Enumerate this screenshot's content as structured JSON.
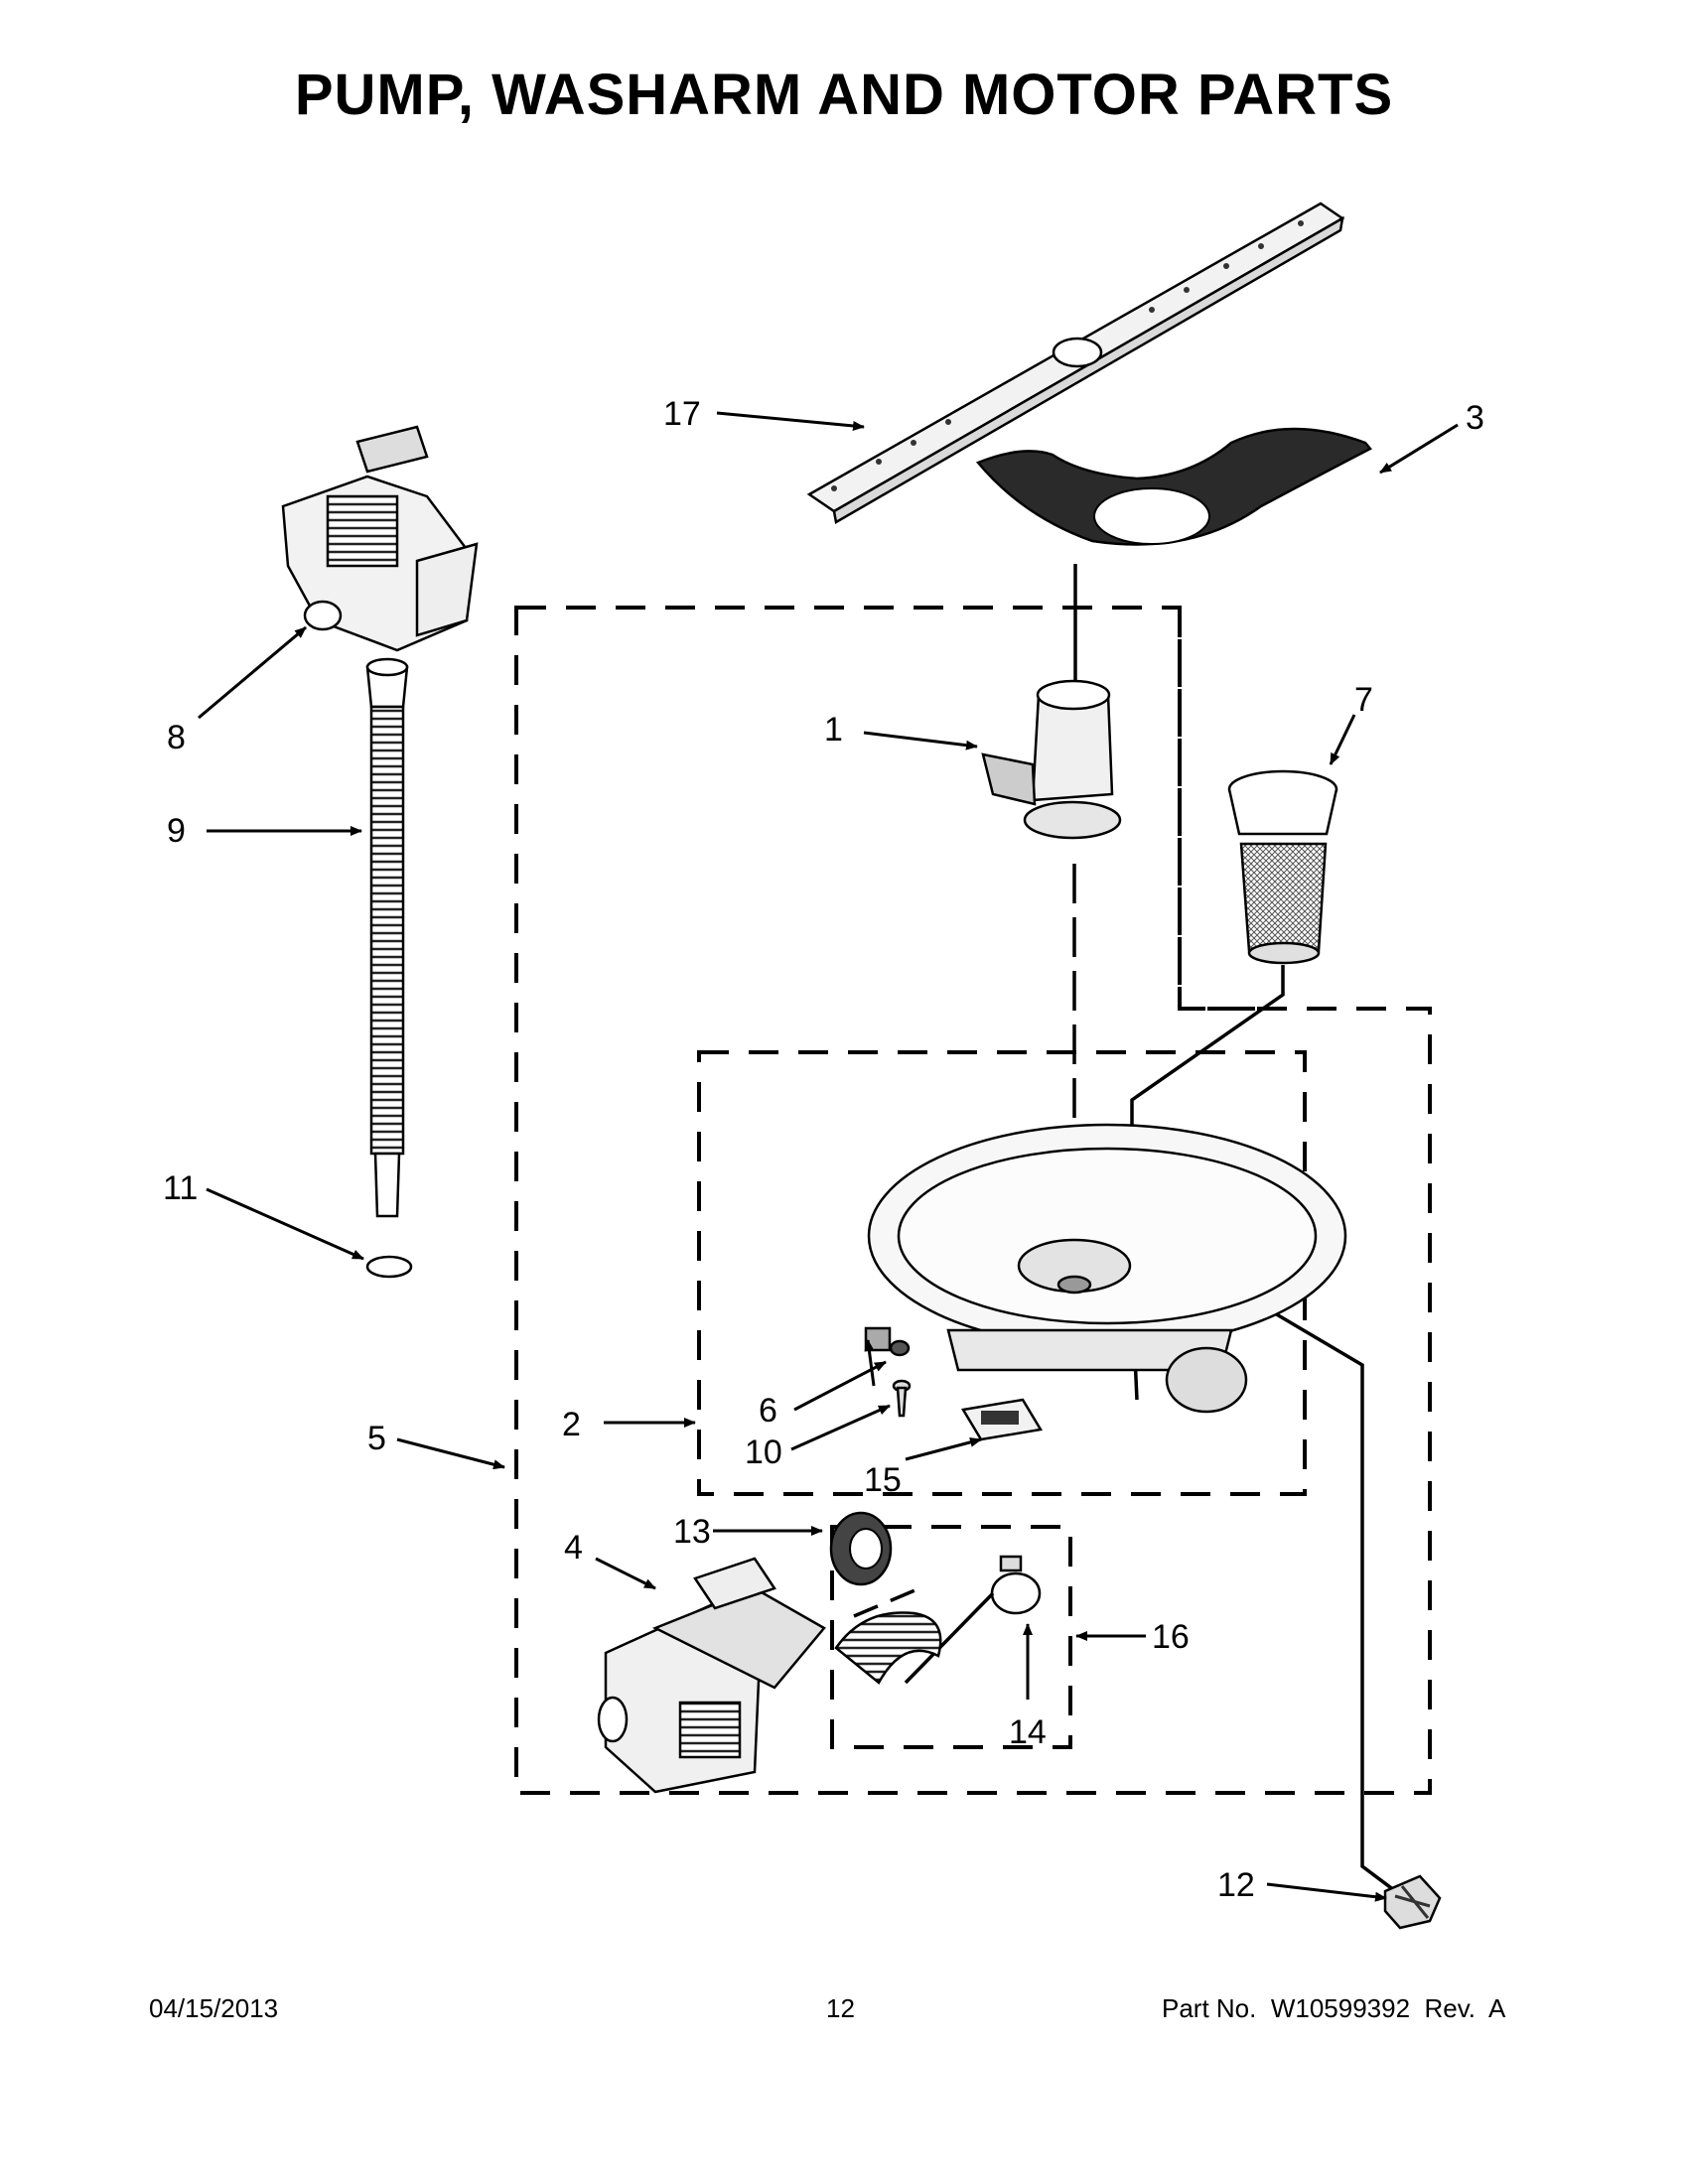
{
  "title": "PUMP, WASHARM AND MOTOR PARTS",
  "callouts": {
    "c1": "1",
    "c2": "2",
    "c3": "3",
    "c4": "4",
    "c5": "5",
    "c6": "6",
    "c7": "7",
    "c8": "8",
    "c9": "9",
    "c10": "10",
    "c11": "11",
    "c12": "12",
    "c13": "13",
    "c14": "14",
    "c15": "15",
    "c16": "16",
    "c17": "17"
  },
  "footer": {
    "date": "04/15/2013",
    "page": "12",
    "part_no": "Part No.  W10599392  Rev.  A"
  }
}
